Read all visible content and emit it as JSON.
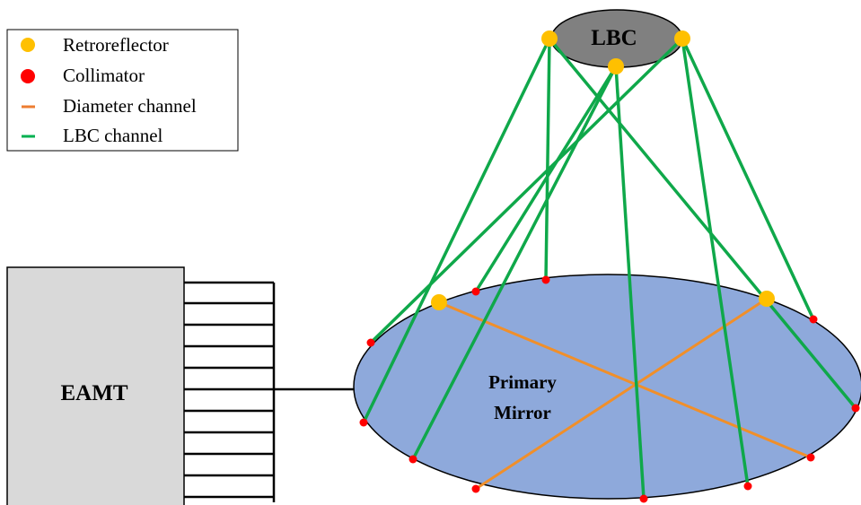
{
  "legend": {
    "items": [
      {
        "label": "Retroreflector",
        "symbol": "dot",
        "color": "#FFC000"
      },
      {
        "label": "Collimator",
        "symbol": "dot",
        "color": "#FF0000"
      },
      {
        "label": "Diameter channel",
        "symbol": "dash",
        "color": "#ED7D31"
      },
      {
        "label": "LBC channel",
        "symbol": "dash",
        "color": "#00B050"
      }
    ]
  },
  "lbc": {
    "label": "LBC",
    "color": "#808080"
  },
  "mirror": {
    "line1": "Primary",
    "line2": "Mirror",
    "color": "#8EA9DB"
  },
  "eamt": {
    "label": "EAMT",
    "color": "#D9D9D9"
  },
  "colors": {
    "lbc_channel": "#0FA84A",
    "diameter_channel": "#F08F2A",
    "collimator": "#FF0000",
    "retroreflector": "#FFC000"
  }
}
